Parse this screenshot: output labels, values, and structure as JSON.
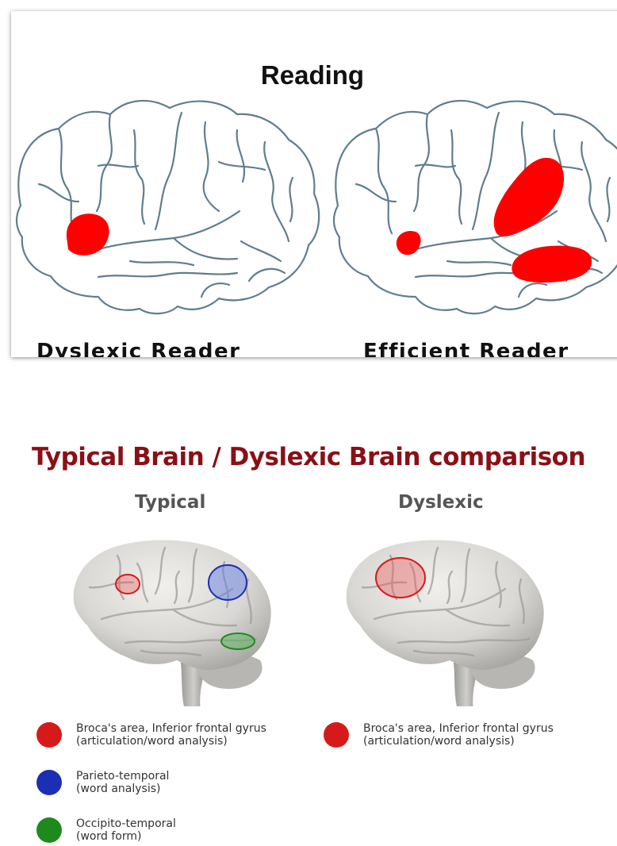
{
  "top_panel": {
    "title": "Reading",
    "left_label": "Dyslexic Reader",
    "right_label": "Efficient Reader"
  },
  "comparison": {
    "title": "Typical Brain / Dyslexic Brain comparison",
    "typical_heading": "Typical",
    "dyslexic_heading": "Dyslexic",
    "typical_legend": [
      {
        "color": "#d61a1a",
        "line1": "Broca's area, Inferior frontal gyrus",
        "line2": "(articulation/word analysis)"
      },
      {
        "color": "#1a2fb4",
        "line1": "Parieto-temporal",
        "line2": "(word analysis)"
      },
      {
        "color": "#1e8a1e",
        "line1": "Occipito-temporal",
        "line2": "(word form)"
      }
    ],
    "dyslexic_legend": [
      {
        "color": "#d61a1a",
        "line1": "Broca's area, Inferior frontal gyrus",
        "line2": "(articulation/word analysis)"
      }
    ]
  },
  "colors": {
    "activation_red": "#ff0000",
    "outline_blue_gray": "#5f7e8e",
    "title_dark_red": "#8a1016",
    "brain_gray": "#d9d8d4"
  }
}
